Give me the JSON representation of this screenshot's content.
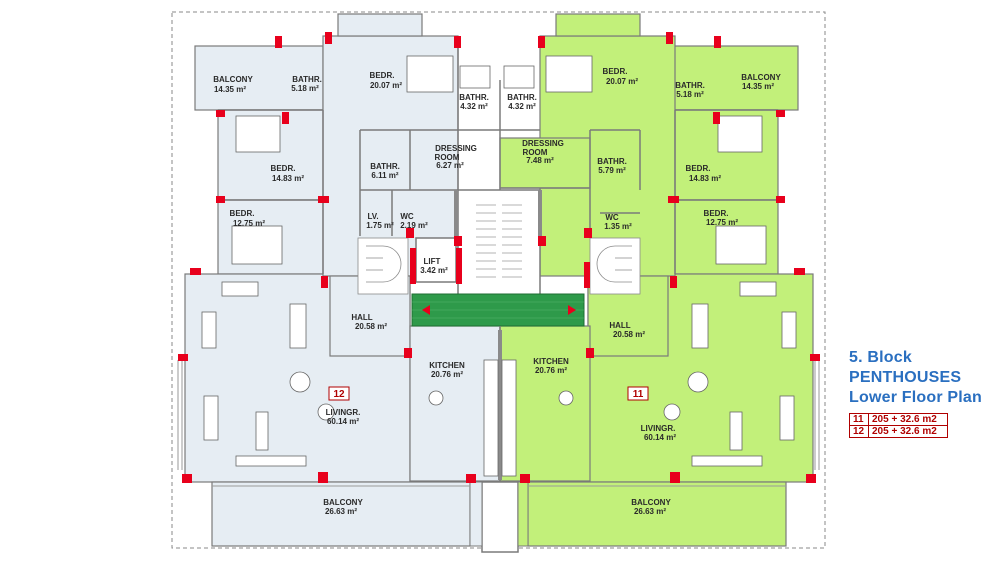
{
  "legend": {
    "line1": "5. Block",
    "line2": "PENTHOUSES",
    "line3": "Lower Floor Plan",
    "rows": [
      {
        "unit": "11",
        "area": "205 + 32.6 m2"
      },
      {
        "unit": "12",
        "area": "205 + 32.6 m2"
      }
    ]
  },
  "units": {
    "left": {
      "tag": "12",
      "fill": "#e6edf3"
    },
    "right": {
      "tag": "11",
      "fill": "#c2f07a"
    }
  },
  "colors": {
    "wall": "#7a7a7a",
    "column": "#e8001c",
    "stair_core": "#2e9a4a",
    "outline": "#6a6a6a"
  },
  "rooms": {
    "l_balcony_top": {
      "name": "BALCONY",
      "area": "14.35 m²"
    },
    "l_bathr_top": {
      "name": "BATHR.",
      "area": "5.18 m²"
    },
    "l_bedr_main": {
      "name": "BEDR.",
      "area": "20.07 m²"
    },
    "l_bathr_mid": {
      "name": "BATHR.",
      "area": "4.32 m²"
    },
    "l_bedr_2": {
      "name": "BEDR.",
      "area": "14.83 m²"
    },
    "l_bathr_small": {
      "name": "BATHR.",
      "area": "6.11 m²"
    },
    "l_dressing": {
      "name": "DRESSING",
      "name2": "ROOM",
      "area": "6.27 m²"
    },
    "l_bedr_3": {
      "name": "BEDR.",
      "area": "12.75 m²"
    },
    "l_lv": {
      "name": "LV.",
      "area": "1.75 m²"
    },
    "l_wc": {
      "name": "WC",
      "area": "2.19 m²"
    },
    "lift": {
      "name": "LIFT",
      "area": "3.42 m²"
    },
    "l_hall": {
      "name": "HALL",
      "area": "20.58 m²"
    },
    "l_kitchen": {
      "name": "KITCHEN",
      "area": "20.76 m²"
    },
    "l_living": {
      "name": "LIVINGR.",
      "area": "60.14 m²"
    },
    "l_balcony_bot": {
      "name": "BALCONY",
      "area": "26.63 m²"
    },
    "r_bedr_main": {
      "name": "BEDR.",
      "area": "20.07 m²"
    },
    "r_bathr_mid": {
      "name": "BATHR.",
      "area": "4.32 m²"
    },
    "r_bathr_top": {
      "name": "BATHR.",
      "area": "5.18 m²"
    },
    "r_balcony_top": {
      "name": "BALCONY",
      "area": "14.35 m²"
    },
    "r_dressing": {
      "name": "DRESSING",
      "name2": "ROOM",
      "area": "7.48 m²"
    },
    "r_bathr_small": {
      "name": "BATHR.",
      "area": "5.79 m²"
    },
    "r_bedr_2": {
      "name": "BEDR.",
      "area": "14.83 m²"
    },
    "r_wc": {
      "name": "WC",
      "area": "1.35 m²"
    },
    "r_bedr_3": {
      "name": "BEDR.",
      "area": "12.75 m²"
    },
    "r_hall": {
      "name": "HALL",
      "area": "20.58 m²"
    },
    "r_kitchen": {
      "name": "KITCHEN",
      "area": "20.76 m²"
    },
    "r_living": {
      "name": "LIVINGR.",
      "area": "60.14 m²"
    },
    "r_balcony_bot": {
      "name": "BALCONY",
      "area": "26.63 m²"
    }
  }
}
